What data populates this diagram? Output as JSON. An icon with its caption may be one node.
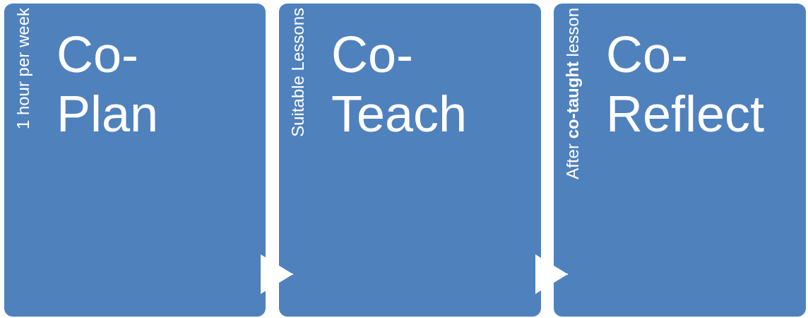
{
  "diagram": {
    "nodes": [
      {
        "text": [
          "1 hour per week",
          "Co- Plan"
        ]
      },
      {
        "text": [
          "Suitable Lessons",
          "Co- Teach"
        ]
      },
      {
        "text": [
          "After **co-taught** lesson",
          "Co- Reflect"
        ]
      }
    ],
    "edges": [
      {
        "from": 0,
        "to": 1,
        "arrow": "to"
      },
      {
        "from": 1,
        "to": 2,
        "arrow": "to"
      }
    ]
  }
}
